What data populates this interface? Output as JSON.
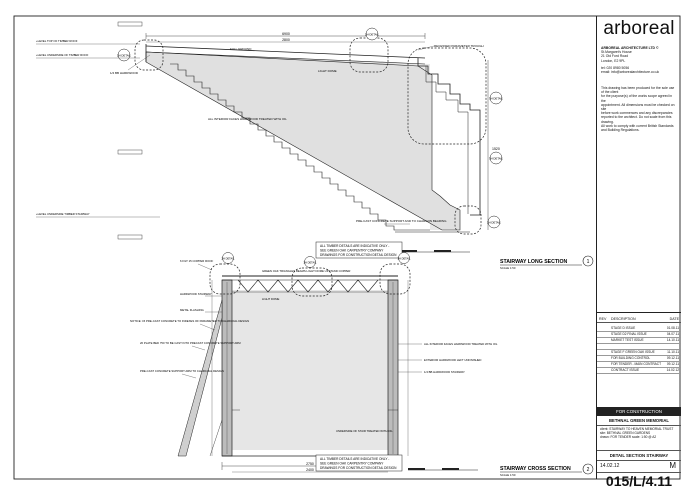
{
  "title_block": {
    "logo": "arboreal",
    "firm": "ARBOREAL ARCHITECTURE LTD ©",
    "address": [
      "St.Margaret's House",
      "21 Old Ford Road",
      "London, E2 9PL"
    ],
    "tel": "tel: 020 8980 5056",
    "email": "email: info@arborealarchitecture.co.uk",
    "notes": [
      "This drawing has been produced for the sole use of the client",
      "for the purpose(s) of the works scope agreed in the",
      "appointment. All dimensions must be checked on site",
      "before work commences and any discrepancies",
      "reported to the architect. Do not scale from this drawing.",
      "All work to comply with current British Standards",
      "and Building Regulations."
    ],
    "revision_headers": [
      "REV",
      "DESCRIPTION",
      "DATE"
    ],
    "revisions": [
      [
        "",
        "STAGE D ISSUE",
        "01.08.11"
      ],
      [
        "",
        "STAGE D2 FINAL ISSUE",
        "04.07.11"
      ],
      [
        "",
        "MARKET TEST ISSUE",
        "14.10.11"
      ],
      [
        "",
        "",
        ""
      ],
      [
        "",
        "STAGE F GREEN OAK ISSUE",
        "11.10.11"
      ],
      [
        "",
        "FOR BUILDING CONTROL",
        "09.12.11"
      ],
      [
        "",
        "FOR TENDER - MAIN CONTRACT",
        "09.12.11"
      ],
      [
        "",
        "CONTRACT ISSUE",
        "14.02.12"
      ]
    ],
    "status": "FOR CONSTRUCTION",
    "project": "BETHNAL GREEN MEMORIAL",
    "meta": [
      "client: STAIRWAY TO HEAVEN MEMORIAL TRUST",
      "site: BETHNAL GREEN GARDENS",
      "drawn: FOR TENDER    scale: 1:50 @ A2"
    ],
    "drawing_title": "DETAIL SECTION STAIRWAY",
    "date": "14.02.12",
    "revision": "M",
    "drawing_number": "015/L/4.11"
  },
  "long_section": {
    "title": "STAIRWAY LONG SECTION",
    "scale": "SCALE 1:50",
    "number": "1",
    "note_lines": [
      "ALL TIMBER DETAILS ARE INDICATIVE ONLY -",
      "SEE GREEN OAK CARPENTRY COMPANY",
      "DRAWINGS FOR CONSTRUCTION DETAIL DESIGN"
    ],
    "labels": {
      "reveal": "1/4 BB HARDWOOD",
      "full_ground": "FULL GROUND",
      "light_dome": "LIGHT DOME",
      "recessed": "RECESSED PARAMETER TROUGH",
      "hardwood": "ALL INTERIOR FACES HARDWOOD TREATED WITH OIL",
      "precast": "PRE-CAST CONCRETE SUPPORT AND TO CHARGON BEARING",
      "level1": "+LEVEL TOP OF TIMBER ROOF",
      "level2": "+LEVEL UNDERSIDE OF TIMBER ROOF",
      "level3": "+LEVEL UNDERSIDE TIMBER STAIRWAY",
      "d1": "6900",
      "d2": "2800",
      "d3": "1520"
    },
    "callouts": [
      "2H DETAIL",
      "2H DETAIL",
      "3H DETAIL",
      "3H DETAIL",
      "2H DETAIL"
    ]
  },
  "cross_section": {
    "title": "STAIRWAY CROSS SECTION",
    "scale": "SCALE 1:50",
    "number": "2",
    "note_lines": [
      "ALL TIMBER DETAILS ARE INDICATIVE ONLY -",
      "SEE GREEN OAK CARPENTRY COMPANY",
      "DRAWINGS FOR CONSTRUCTION DETAIL DESIGN"
    ],
    "labels": {
      "coping": "6 FILT 15 COPPER ROOF",
      "greenoak": "GREEN OAK TRIANGLES BEAMS LIGHT DOME UPSTAND COPPER",
      "light": "LIGHT DOME",
      "hardwood": "HARDWOOD STAIRWAY",
      "metal": "METAL FLASHING",
      "notice": "NOTICE: 15 PRE-CAST CONCRETE TO INDEXES OF PARAMETER TO CHARCOAL DESIGN",
      "plate": "20 PLATE BED 750 TO BE CAST INTO PRECAST CONCRETE SUPPORT ARM",
      "precast": "PRE-CAST CONCRETE SUPPORT ARM TO CHARCOAL DESIGN",
      "interior": "ALL INTERIOR FACES HARDWOOD TREATED WITH OIL",
      "exterior": "EXTERIOR HARDWOOD LEFT UNFINISHED",
      "hardwood2": "1/4 BB HARDWOOD STAIRWAY",
      "underside": "UNDERSIDE OF STAIR TREATED WITH OIL",
      "d1": "2750",
      "d2": "2400"
    },
    "callouts": [
      "2H DETAIL",
      "3H DETAIL",
      "3H DETAIL"
    ]
  }
}
